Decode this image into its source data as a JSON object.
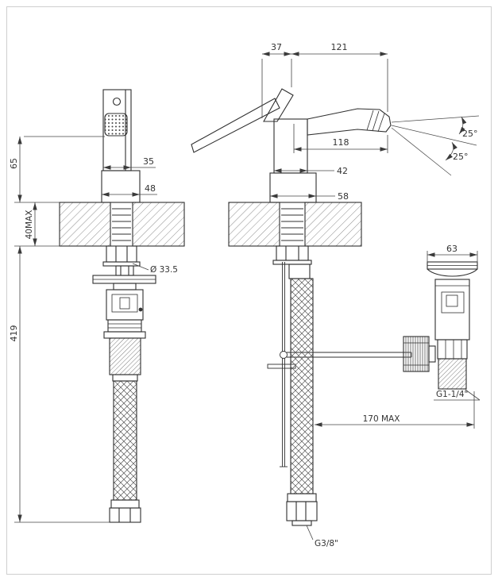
{
  "dims": {
    "d37": "37",
    "d121": "121",
    "d118": "118",
    "angle_top": "25°",
    "angle_bottom": "25°",
    "d42": "42",
    "d58": "58",
    "d35": "35",
    "d48": "48",
    "d65": "65",
    "d40max": "40MAX",
    "d419": "419",
    "dia335": "Ø 33.5",
    "d63": "63",
    "g114": "G1-1/4\"",
    "d170max": "170 MAX",
    "g38": "G3/8\""
  }
}
